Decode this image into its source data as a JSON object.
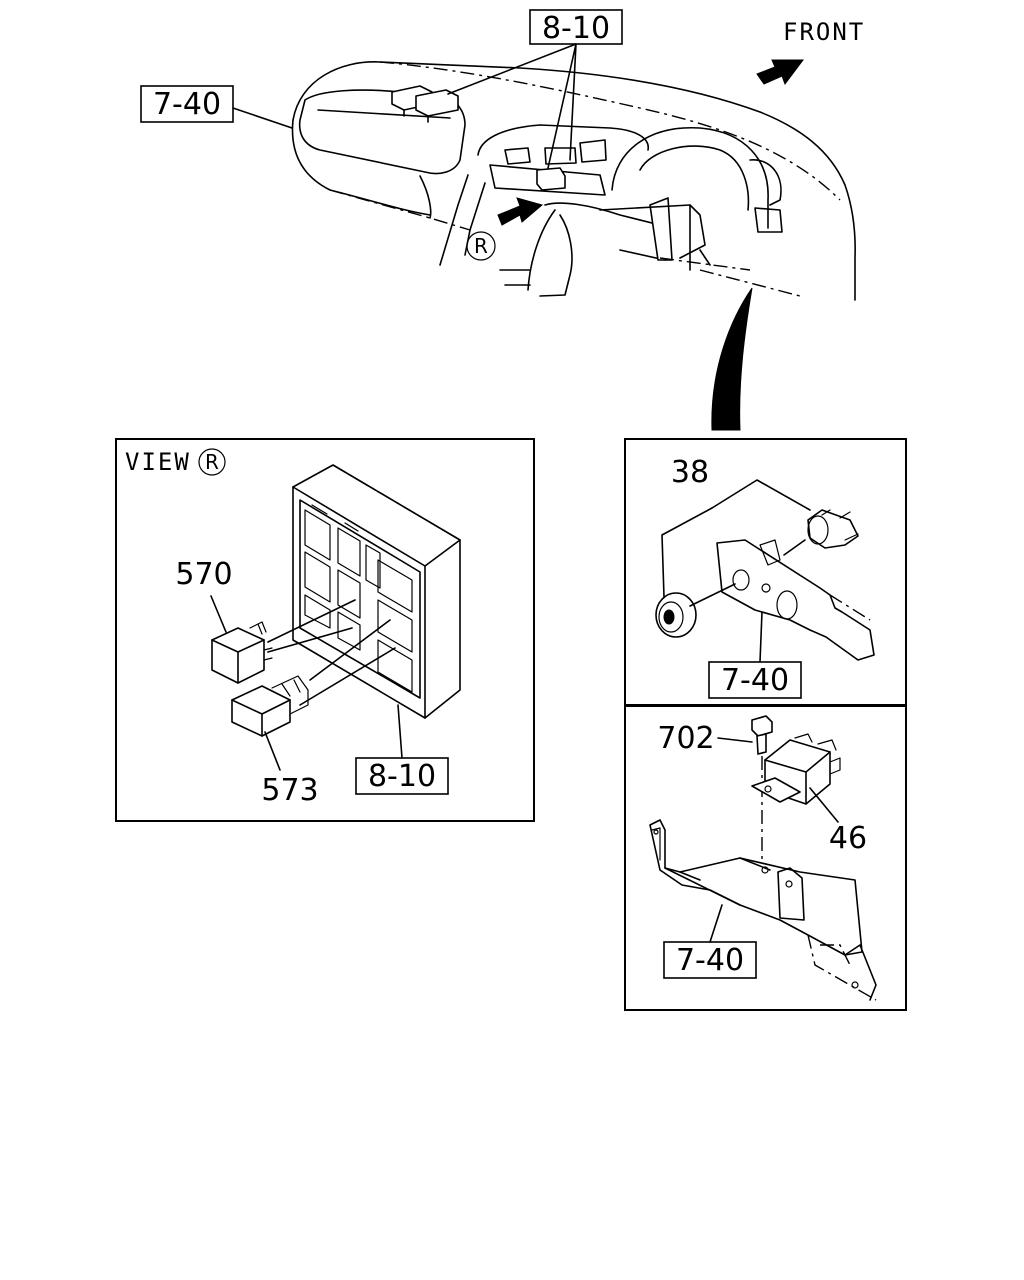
{
  "labels": {
    "ref_7_40_main": "7-40",
    "ref_8_10_main": "8-10",
    "front": "FRONT",
    "view_r_circle": "R",
    "view_word": "VIEW",
    "view_circle": "R",
    "p570": "570",
    "p573": "573",
    "ref_8_10_view": "8-10",
    "p38": "38",
    "ref_7_40_top": "7-40",
    "p702": "702",
    "p46": "46",
    "ref_7_40_bottom": "7-40"
  }
}
